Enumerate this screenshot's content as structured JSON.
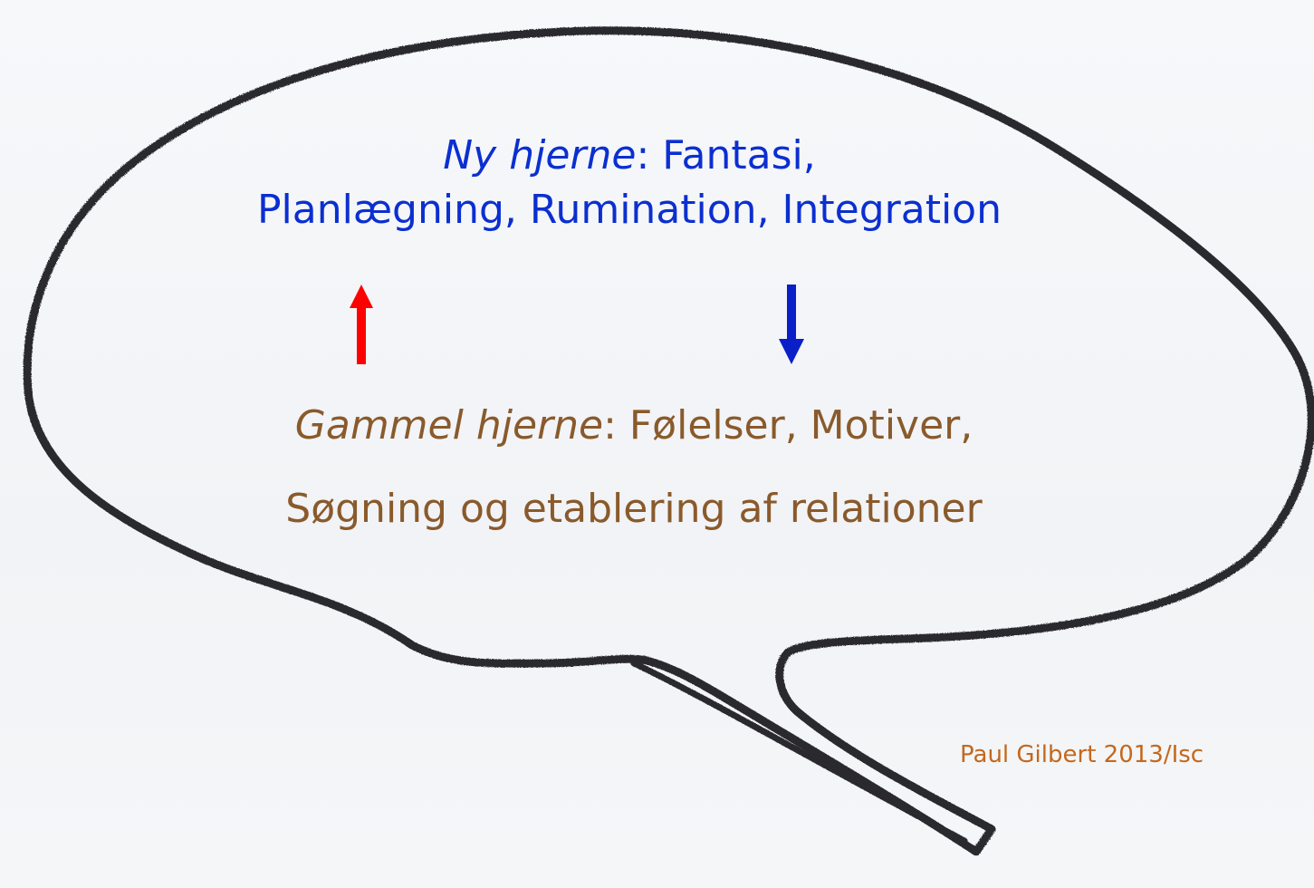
{
  "diagram": {
    "new_brain": {
      "term": "Ny hjerne",
      "line1_rest": ": Fantasi,",
      "line2": "Planlægning, Rumination, Integration",
      "color": "#0b2fd0"
    },
    "old_brain": {
      "term": "Gammel hjerne",
      "line1_rest": ": Følelser, Motiver,",
      "line2": "Søgning og etablering af relationer",
      "color": "#8a5a2b"
    },
    "arrows": [
      {
        "direction": "up",
        "color": "#ff0000"
      },
      {
        "direction": "down",
        "color": "#0b1fc8"
      }
    ],
    "credit": "Paul Gilbert 2013/Isc",
    "credit_color": "#c4681d",
    "outline_color": "#2a2a2e"
  }
}
